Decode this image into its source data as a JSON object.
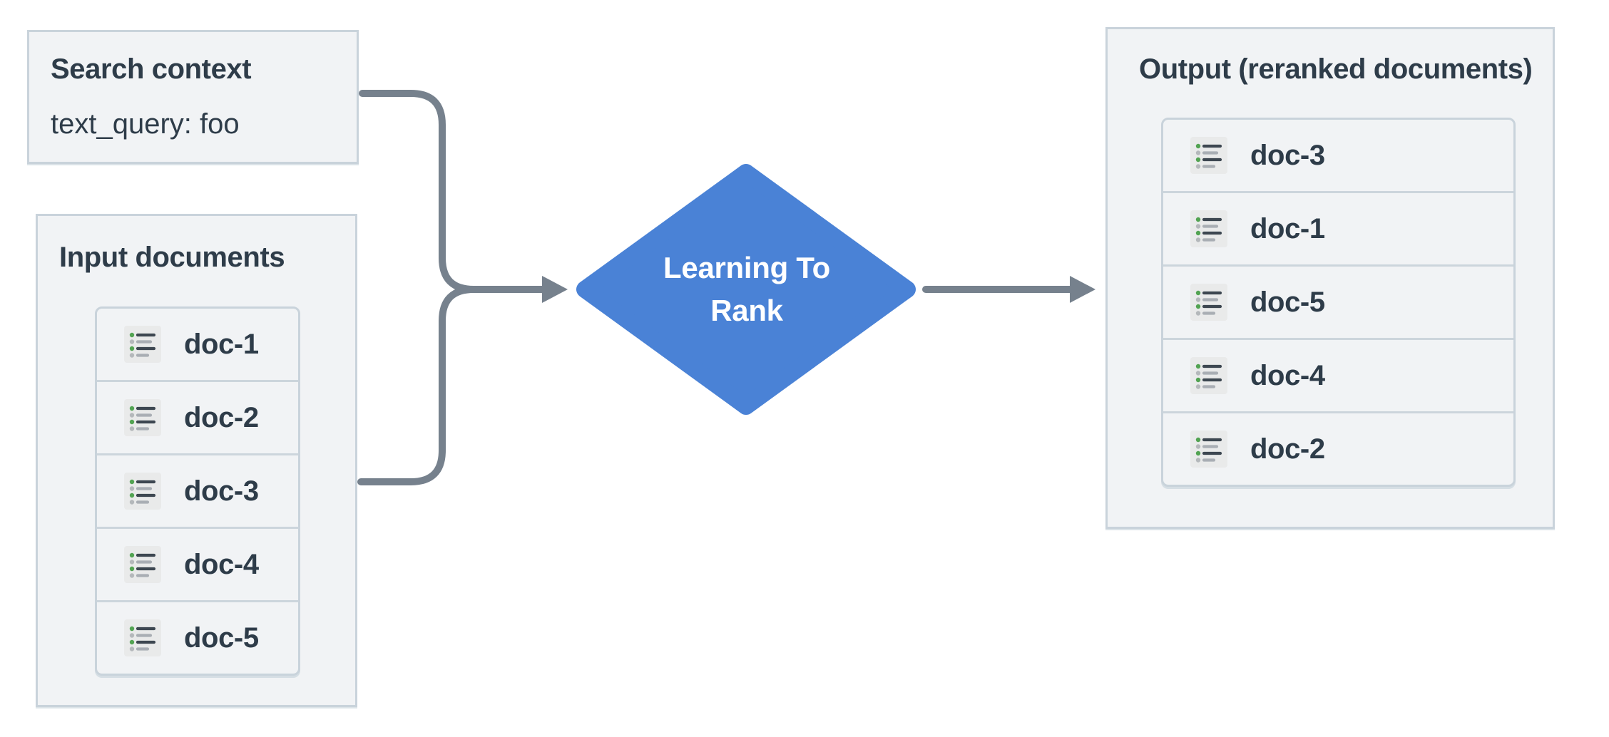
{
  "colors": {
    "accent-blue": "#4a82d6",
    "connector-gray": "#76818d",
    "box-bg": "#f1f3f5",
    "box-border": "#c9d3db",
    "row-separator": "#ccd5dc",
    "text-dark": "#2e3c49",
    "diamond-text": "#ffffff",
    "icon-bg": "#e9eaea",
    "icon-line-dark": "#3d4751",
    "icon-line-gray": "#a9aeb4",
    "icon-dot-green": "#52a352",
    "icon-dot-gray": "#b4b8bb"
  },
  "search_context": {
    "title": "Search context",
    "query": "text_query: foo"
  },
  "input_documents": {
    "title": "Input documents",
    "docs": [
      "doc-1",
      "doc-2",
      "doc-3",
      "doc-4",
      "doc-5"
    ]
  },
  "process": {
    "label_line1": "Learning To",
    "label_line2": "Rank"
  },
  "output_documents": {
    "title": "Output (reranked documents)",
    "docs": [
      "doc-3",
      "doc-1",
      "doc-5",
      "doc-4",
      "doc-2"
    ]
  }
}
